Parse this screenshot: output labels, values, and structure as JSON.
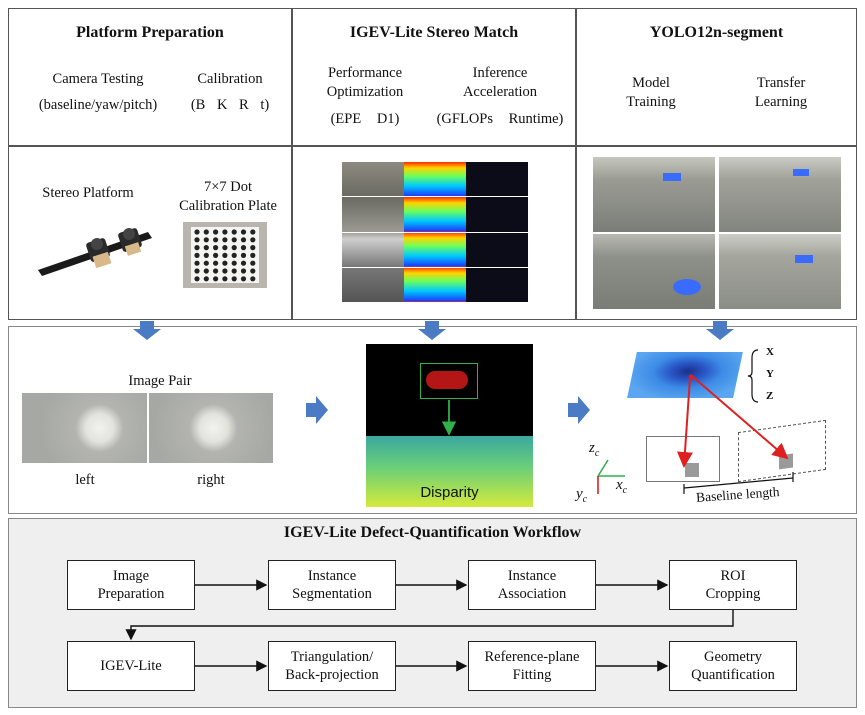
{
  "panels": {
    "platform": {
      "title": "Platform Preparation",
      "camera_testing": "Camera Testing",
      "camera_testing_sub": "(baseline/yaw/pitch)",
      "calibration": "Calibration",
      "calibration_sub": "(B K R t)",
      "stereo_platform": "Stereo Platform",
      "plate_line1": "7×7 Dot",
      "plate_line2": "Calibration Plate"
    },
    "igev": {
      "title": "IGEV-Lite Stereo Match",
      "perf_line1": "Performance",
      "perf_line2": "Optimization",
      "perf_sub": "(EPE D1)",
      "infer_line1": "Inference",
      "infer_line2": "Acceleration",
      "infer_sub": "(GFLOPs Runtime)"
    },
    "yolo": {
      "title": "YOLO12n-segment",
      "model_line1": "Model",
      "model_line2": "Training",
      "transfer_line1": "Transfer",
      "transfer_line2": "Learning"
    }
  },
  "middle": {
    "image_pair": "Image Pair",
    "left": "left",
    "right": "right",
    "disparity": "Disparity",
    "axis_x": "X",
    "axis_y": "Y",
    "axis_z": "Z",
    "zc": "z",
    "xc": "x",
    "yc": "y",
    "sub_c": "c",
    "baseline": "Baseline length"
  },
  "workflow": {
    "title": "IGEV-Lite Defect-Quantification Workflow",
    "row1": [
      {
        "l1": "Image",
        "l2": "Preparation"
      },
      {
        "l1": "Instance",
        "l2": "Segmentation"
      },
      {
        "l1": "Instance",
        "l2": "Association"
      },
      {
        "l1": "ROI",
        "l2": "Cropping"
      }
    ],
    "row2": [
      {
        "l1": "IGEV-Lite",
        "l2": ""
      },
      {
        "l1": "Triangulation/",
        "l2": "Back-projection"
      },
      {
        "l1": "Reference-plane",
        "l2": "Fitting"
      },
      {
        "l1": "Geometry",
        "l2": "Quantification"
      }
    ]
  },
  "colors": {
    "arrow_blue": "#4a7bc4",
    "bottom_bg": "#efefef",
    "red": "#e02020",
    "green": "#2fb24a"
  }
}
